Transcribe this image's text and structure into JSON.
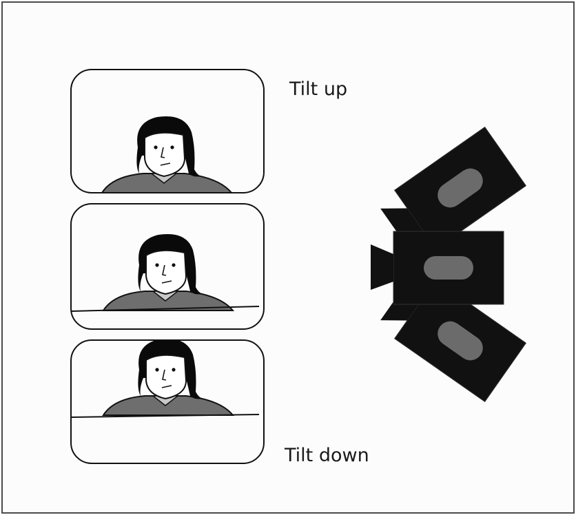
{
  "labels": {
    "tilt_up": "Tilt up",
    "tilt_down": "Tilt down"
  },
  "colors": {
    "frame_border": "#4a4a4a",
    "camera_body": "#111111",
    "camera_stripe": "#6b6b6b",
    "shirt": "#6e6e6e",
    "collar": "#c8c8c8",
    "hair": "#0a0a0a",
    "panel_border": "#111111"
  },
  "frames": [
    {
      "id": "tilt-up",
      "label": "Tilt up"
    },
    {
      "id": "level",
      "label": ""
    },
    {
      "id": "tilt-down",
      "label": "Tilt down"
    }
  ],
  "cameras": [
    {
      "id": "camera-up",
      "direction": "up"
    },
    {
      "id": "camera-level",
      "direction": "level"
    },
    {
      "id": "camera-down",
      "direction": "down"
    }
  ]
}
